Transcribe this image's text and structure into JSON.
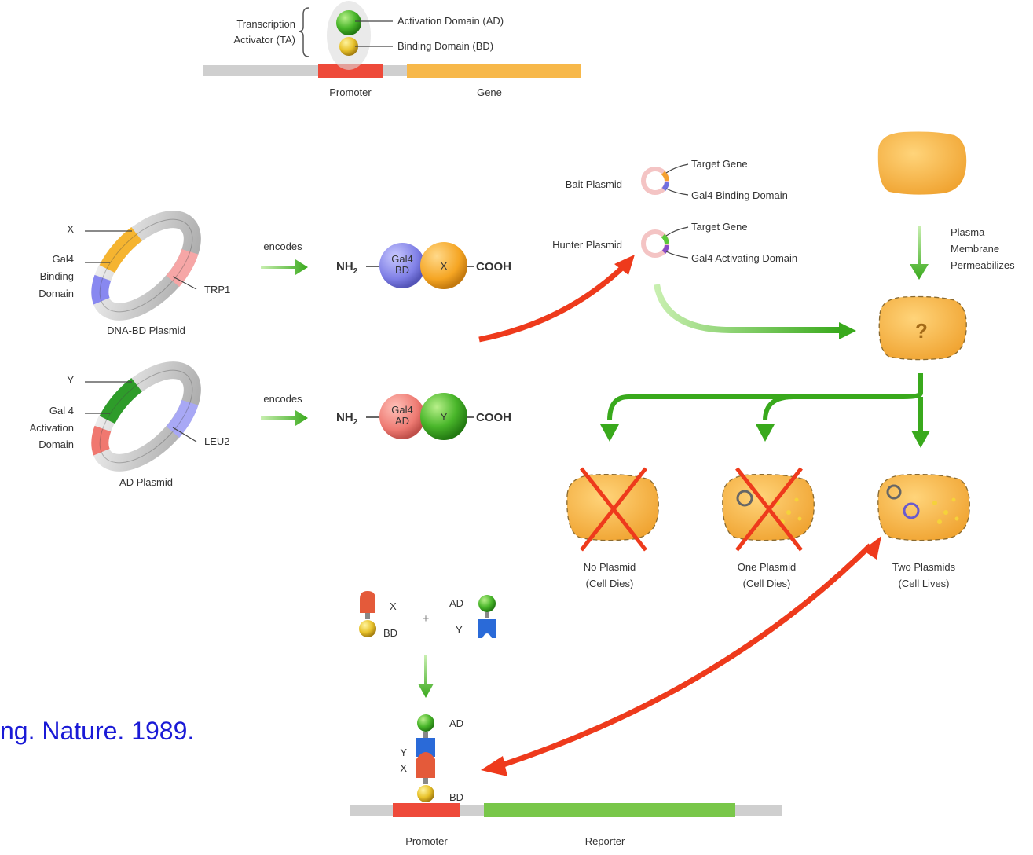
{
  "top_diagram": {
    "ta_label_line1": "Transcription",
    "ta_label_line2": "Activator (TA)",
    "ad_label": "Activation Domain (AD)",
    "bd_label": "Binding Domain (BD)",
    "promoter_label": "Promoter",
    "gene_label": "Gene"
  },
  "dna_bd_plasmid": {
    "x_label": "X",
    "gal4_line1": "Gal4",
    "gal4_line2": "Binding",
    "gal4_line3": "Domain",
    "marker_label": "TRP1",
    "caption": "DNA-BD Plasmid",
    "encodes_label": "encodes",
    "nh2_label": "NH",
    "nh2_sub": "2",
    "domain_line1": "Gal4",
    "domain_line2": "BD",
    "fusion_label": "X",
    "cooh_label": "COOH"
  },
  "ad_plasmid": {
    "y_label": "Y",
    "gal4_line1": "Gal 4",
    "gal4_line2": "Activation",
    "gal4_line3": "Domain",
    "marker_label": "LEU2",
    "caption": "AD Plasmid",
    "encodes_label": "encodes",
    "nh2_label": "NH",
    "nh2_sub": "2",
    "domain_line1": "Gal4",
    "domain_line2": "AD",
    "fusion_label": "Y",
    "cooh_label": "COOH"
  },
  "bait_hunter": {
    "bait_label": "Bait Plasmid",
    "bait_target": "Target Gene",
    "bait_domain": "Gal4 Binding Domain",
    "hunter_label": "Hunter Plasmid",
    "hunter_target": "Target Gene",
    "hunter_domain": "Gal4 Activating Domain"
  },
  "cell": {
    "plasma_line1": "Plasma",
    "plasma_line2": "Membrane",
    "plasma_line3": "Permeabilizes",
    "question_mark": "?",
    "outcomes": [
      {
        "line1": "No Plasmid",
        "line2": "(Cell Dies)"
      },
      {
        "line1": "One Plasmid",
        "line2": "(Cell Dies)"
      },
      {
        "line1": "Two Plasmids",
        "line2": "(Cell Lives)"
      }
    ]
  },
  "interaction": {
    "x_label": "X",
    "bd_label": "BD",
    "plus_label": "+",
    "ad_label": "AD",
    "y_label": "Y",
    "stack_ad": "AD",
    "stack_y": "Y",
    "stack_x": "X",
    "stack_bd": "BD",
    "promoter_label": "Promoter",
    "reporter_label": "Reporter"
  },
  "citation": "ng. Nature. 1989.",
  "colors": {
    "green_arrow": "#3aaa1e",
    "red_arrow": "#ee3a1c",
    "cell_orange": "#f6b24a",
    "citation_blue": "#1a1ad6",
    "promoter_red": "#ee4a3a",
    "gene_orange": "#f7b84a",
    "reporter_green": "#79c74a"
  }
}
